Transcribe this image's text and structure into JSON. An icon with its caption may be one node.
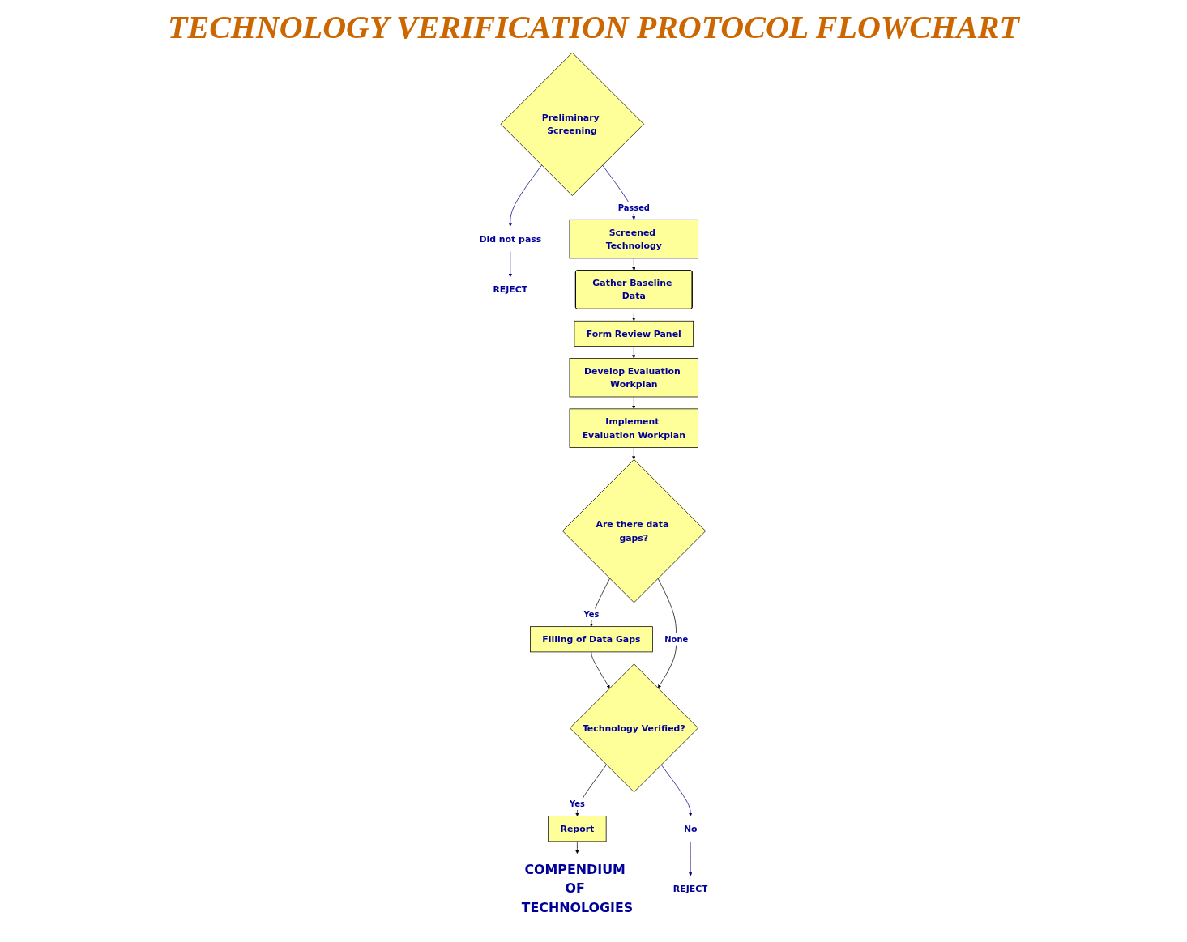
{
  "diagram": {
    "title": "TECHNOLOGY VERIFICATION PROTOCOL FLOWCHART",
    "nodes": [
      {
        "text": [
          "Preliminary Screening"
        ]
      },
      {
        "text": [
          "Did not pass"
        ]
      },
      {
        "text": [
          "REJECT"
        ]
      },
      {
        "text": [
          "Screened Technology"
        ]
      },
      {
        "text": [
          "Gather Baseline Data"
        ]
      },
      {
        "text": [
          "Form Review Panel"
        ]
      },
      {
        "text": [
          "Develop Evaluation Workplan"
        ]
      },
      {
        "text": [
          "Implement Evaluation Workplan"
        ]
      },
      {
        "text": [
          "Are there data gaps?"
        ]
      },
      {
        "text": [
          "Filling of Data Gaps"
        ]
      },
      {
        "text": [
          "Technology Verified?"
        ]
      },
      {
        "text": [
          "Report"
        ]
      },
      {
        "text": [
          "COMPENDIUM OF TECHNOLOGIES"
        ]
      },
      {
        "text": [
          "No"
        ]
      },
      {
        "text": [
          "REJECT"
        ]
      }
    ],
    "edges": [
      {
        "from": 0,
        "to": 1,
        "arrow": "to",
        "color": "#000080"
      },
      {
        "from": 1,
        "to": 2,
        "arrow": "to",
        "color": "#000080"
      },
      {
        "from": 0,
        "to": 3,
        "arrow": "to",
        "label": "Passed",
        "color": "#000080"
      },
      {
        "from": 3,
        "to": 4,
        "arrow": "to"
      },
      {
        "from": 4,
        "to": 5,
        "arrow": "to"
      },
      {
        "from": 5,
        "to": 6,
        "arrow": "to"
      },
      {
        "from": 6,
        "to": 7,
        "arrow": "to"
      },
      {
        "from": 7,
        "to": 8,
        "arrow": "to"
      },
      {
        "from": 8,
        "to": 9,
        "arrow": "to",
        "label": "Yes"
      },
      {
        "from": 9,
        "to": 10,
        "arrow": "to"
      },
      {
        "from": 8,
        "to": 10,
        "arrow": "to",
        "label": "None"
      },
      {
        "from": 10,
        "to": 11,
        "arrow": "to",
        "label": "Yes"
      },
      {
        "from": 11,
        "to": 12,
        "arrow": "to"
      },
      {
        "from": 10,
        "to": 13,
        "arrow": "to",
        "color": "#000080"
      },
      {
        "from": 13,
        "to": 14,
        "arrow": "to",
        "color": "#000080"
      }
    ]
  }
}
